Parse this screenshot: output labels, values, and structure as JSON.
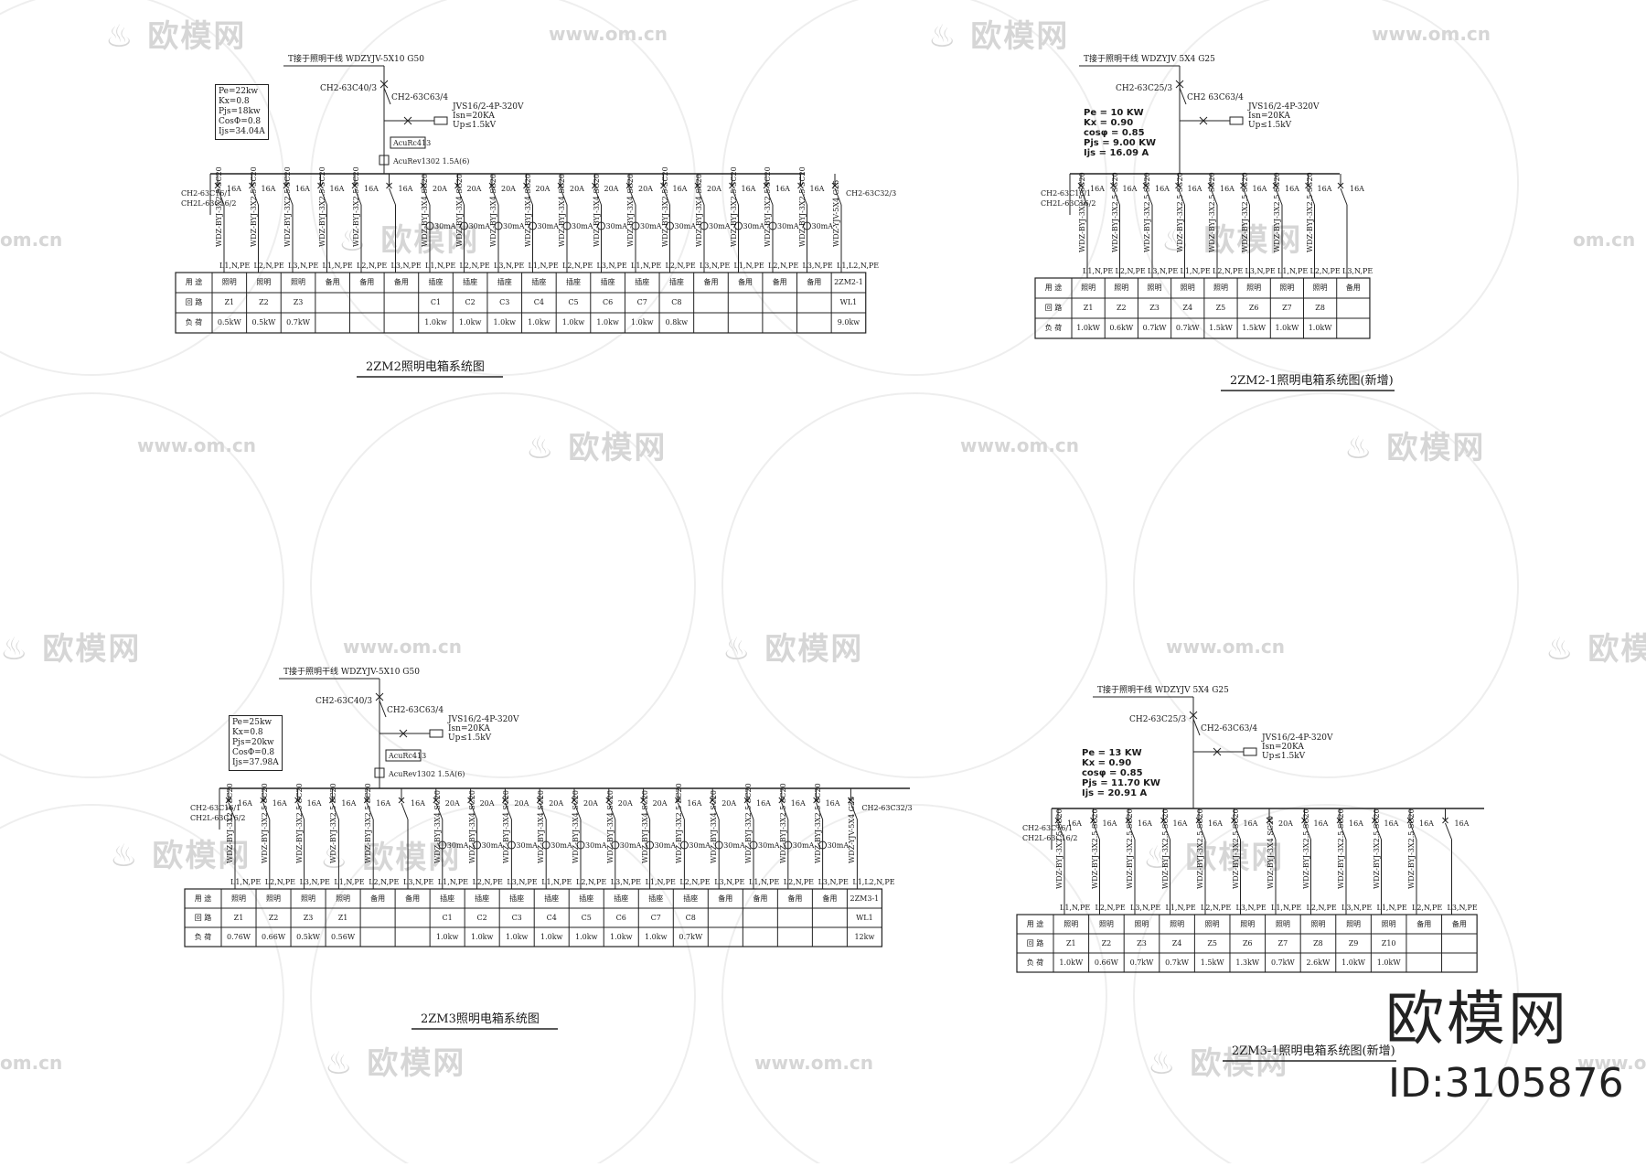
{
  "watermark": {
    "brand": "欧模网",
    "url": "www.om.cn",
    "url_short": "om.cn"
  },
  "brand_logo": {
    "name": "欧模网",
    "id": "ID:3105876"
  },
  "panels": [
    {
      "key": "p1",
      "title": "2ZM2照明电箱系统图",
      "feeder": "T接于照明干线 WDZYJV-5X10 G50",
      "main_breaker": "CH2-63C40/3",
      "spd_breaker": "CH2-63C63/4",
      "spd": [
        "JVS16/2-4P-320V",
        "Isn=20KA",
        "Up≤1.5kV"
      ],
      "meter": "AcuRc413",
      "meter2": "AcuRev1302 1.5A(6)",
      "params": [
        "Pe=22kw",
        "Kx=0.8",
        "Pjs=18kw",
        "CosΦ=0.8",
        "Ijs=34.04A"
      ],
      "params_style": "boxed",
      "bus_left": [
        "CH2-63C16/1",
        "CH2L-63C16/2"
      ],
      "bus_right": "CH2-63C32/3",
      "circuits": [
        {
          "rating": "16A",
          "rcd": "",
          "cable": "WDZ-BYJ-3X2.5 SC20",
          "phase": "L1,N,PE",
          "use": "照明",
          "loop": "Z1",
          "load": "0.5kW"
        },
        {
          "rating": "16A",
          "rcd": "",
          "cable": "WDZ-BYJ-3X2.5 SC20",
          "phase": "L2,N,PE",
          "use": "照明",
          "loop": "Z2",
          "load": "0.5kW"
        },
        {
          "rating": "16A",
          "rcd": "",
          "cable": "WDZ-BYJ-3X2.5 SC20",
          "phase": "L3,N,PE",
          "use": "照明",
          "loop": "Z3",
          "load": "0.7kW"
        },
        {
          "rating": "16A",
          "rcd": "",
          "cable": "WDZ-BYJ-3X2.5 SC20",
          "phase": "L1,N,PE",
          "use": "备用",
          "loop": "",
          "load": ""
        },
        {
          "rating": "16A",
          "rcd": "",
          "cable": "WDZ-BYJ-3X2.5 SC20",
          "phase": "L2,N,PE",
          "use": "备用",
          "loop": "",
          "load": ""
        },
        {
          "rating": "16A",
          "rcd": "",
          "cable": "",
          "phase": "L3,N,PE",
          "use": "备用",
          "loop": "",
          "load": ""
        },
        {
          "rating": "20A",
          "rcd": "30mA",
          "cable": "WDZ-BYJ-3X4 SC20",
          "phase": "L1,N,PE",
          "use": "插座",
          "loop": "C1",
          "load": "1.0kw"
        },
        {
          "rating": "20A",
          "rcd": "30mA",
          "cable": "WDZ-BYJ-3X4 SC20",
          "phase": "L2,N,PE",
          "use": "插座",
          "loop": "C2",
          "load": "1.0kw"
        },
        {
          "rating": "20A",
          "rcd": "30mA",
          "cable": "WDZ-BYJ-3X4 SC20",
          "phase": "L3,N,PE",
          "use": "插座",
          "loop": "C3",
          "load": "1.0kw"
        },
        {
          "rating": "20A",
          "rcd": "30mA",
          "cable": "WDZ-BYJ-3X4 SC20",
          "phase": "L1,N,PE",
          "use": "插座",
          "loop": "C4",
          "load": "1.0kw"
        },
        {
          "rating": "20A",
          "rcd": "30mA",
          "cable": "WDZ-BYJ-3X4 SC20",
          "phase": "L2,N,PE",
          "use": "插座",
          "loop": "C5",
          "load": "1.0kw"
        },
        {
          "rating": "20A",
          "rcd": "30mA",
          "cable": "WDZ-BYJ-3X4 SC20",
          "phase": "L3,N,PE",
          "use": "插座",
          "loop": "C6",
          "load": "1.0kw"
        },
        {
          "rating": "20A",
          "rcd": "30mA",
          "cable": "WDZ-BYJ-3X4 SC20",
          "phase": "L1,N,PE",
          "use": "插座",
          "loop": "C7",
          "load": "1.0kw"
        },
        {
          "rating": "16A",
          "rcd": "30mA",
          "cable": "WDZ-BYJ-3X2.5 SC20",
          "phase": "L2,N,PE",
          "use": "插座",
          "loop": "C8",
          "load": "0.8kw"
        },
        {
          "rating": "20A",
          "rcd": "30mA",
          "cable": "WDZ-BYJ-3X4 SC20",
          "phase": "L3,N,PE",
          "use": "备用",
          "loop": "",
          "load": ""
        },
        {
          "rating": "16A",
          "rcd": "30mA",
          "cable": "WDZ-BYJ-3X2.5 SC20",
          "phase": "L1,N,PE",
          "use": "备用",
          "loop": "",
          "load": ""
        },
        {
          "rating": "16A",
          "rcd": "30mA",
          "cable": "WDZ-BYJ-3X2.5 SC20",
          "phase": "L2,N,PE",
          "use": "备用",
          "loop": "",
          "load": ""
        },
        {
          "rating": "16A",
          "rcd": "30mA",
          "cable": "WDZ-BYJ-3X2.5 SC20",
          "phase": "L3,N,PE",
          "use": "备用",
          "loop": "",
          "load": ""
        },
        {
          "rating": "",
          "rcd": "",
          "cable": "WDZ-YJV-5X4 G25",
          "phase": "L1,L2,N,PE",
          "use": "2ZM2-1",
          "loop": "WL1",
          "load": "9.0kw"
        }
      ],
      "row_labels": [
        "用 途",
        "回 路",
        "负 荷"
      ]
    },
    {
      "key": "p2",
      "title": "2ZM2-1照明电箱系统图(新增)",
      "feeder": "T接于照明干线 WDZYJV 5X4 G25",
      "main_breaker": "CH2-63C25/3",
      "spd_breaker": "CH2 63C63/4",
      "spd": [
        "JVS16/2-4P-320V",
        "Isn=20KA",
        "Up≤1.5kV"
      ],
      "meter": "",
      "meter2": "",
      "params": [
        "Pe = 10 KW",
        "Kx = 0.90",
        "cosφ = 0.85",
        "Pjs = 9.00 KW",
        "Ijs = 16.09 A"
      ],
      "params_style": "bold",
      "bus_left": [
        "CH2-63C16/1",
        "CH2L-63C16/2"
      ],
      "bus_right": "",
      "circuits": [
        {
          "rating": "16A",
          "rcd": "",
          "cable": "WDZ-BYJ-3X2.5 SC20",
          "phase": "L1,N,PE",
          "use": "照明",
          "loop": "Z1",
          "load": "1.0kW"
        },
        {
          "rating": "16A",
          "rcd": "",
          "cable": "WDZ-BYJ-3X2.5 SC20",
          "phase": "L2,N,PE",
          "use": "照明",
          "loop": "Z2",
          "load": "0.6kW"
        },
        {
          "rating": "16A",
          "rcd": "",
          "cable": "WDZ-BYJ-3X2.5 SC20",
          "phase": "L3,N,PE",
          "use": "照明",
          "loop": "Z3",
          "load": "0.7kW"
        },
        {
          "rating": "16A",
          "rcd": "",
          "cable": "WDZ-BYJ-3X2.5 SC20",
          "phase": "L1,N,PE",
          "use": "照明",
          "loop": "Z4",
          "load": "0.7kW"
        },
        {
          "rating": "16A",
          "rcd": "",
          "cable": "WDZ-BYJ-3X2.5 SC20",
          "phase": "L2,N,PE",
          "use": "照明",
          "loop": "Z5",
          "load": "1.5kW"
        },
        {
          "rating": "16A",
          "rcd": "",
          "cable": "WDZ-BYJ-3X2.5 SC20",
          "phase": "L3,N,PE",
          "use": "照明",
          "loop": "Z6",
          "load": "1.5kW"
        },
        {
          "rating": "16A",
          "rcd": "",
          "cable": "WDZ-BYJ-3X2.5 SC20",
          "phase": "L1,N,PE",
          "use": "照明",
          "loop": "Z7",
          "load": "1.0kW"
        },
        {
          "rating": "16A",
          "rcd": "",
          "cable": "WDZ-BYJ-3X2.5 SC20",
          "phase": "L2,N,PE",
          "use": "照明",
          "loop": "Z8",
          "load": "1.0kW"
        },
        {
          "rating": "16A",
          "rcd": "",
          "cable": "",
          "phase": "L3,N,PE",
          "use": "备用",
          "loop": "",
          "load": ""
        }
      ],
      "row_labels": [
        "用 途",
        "回 路",
        "负 荷"
      ]
    },
    {
      "key": "p3",
      "title": "2ZM3照明电箱系统图",
      "feeder": "T接于照明干线 WDZYJV-5X10 G50",
      "main_breaker": "CH2-63C40/3",
      "spd_breaker": "CH2-63C63/4",
      "spd": [
        "JVS16/2-4P-320V",
        "Isn=20KA",
        "Up≤1.5kV"
      ],
      "meter": "AcuRc413",
      "meter2": "AcuRev1302 1.5A(6)",
      "params": [
        "Pe=25kw",
        "Kx=0.8",
        "Pjs=20kw",
        "CosΦ=0.8",
        "Ijs=37.98A"
      ],
      "params_style": "boxed",
      "bus_left": [
        "CH2-63C16/1",
        "CH2L-63C16/2"
      ],
      "bus_right": "CH2-63C32/3",
      "circuits": [
        {
          "rating": "16A",
          "rcd": "",
          "cable": "WDZ-BYJ-3X2.5 SC20",
          "phase": "L1,N,PE",
          "use": "照明",
          "loop": "Z1",
          "load": "0.76W"
        },
        {
          "rating": "16A",
          "rcd": "",
          "cable": "WDZ-BYJ-3X2.5 SC20",
          "phase": "L2,N,PE",
          "use": "照明",
          "loop": "Z2",
          "load": "0.66W"
        },
        {
          "rating": "16A",
          "rcd": "",
          "cable": "WDZ-BYJ-3X2.5 SC20",
          "phase": "L3,N,PE",
          "use": "照明",
          "loop": "Z3",
          "load": "0.5kW"
        },
        {
          "rating": "16A",
          "rcd": "",
          "cable": "WDZ-BYJ-3X2.5 SC20",
          "phase": "L1,N,PE",
          "use": "照明",
          "loop": "Z1",
          "load": "0.56W"
        },
        {
          "rating": "16A",
          "rcd": "",
          "cable": "WDZ-BYJ-3X2.5 SC20",
          "phase": "L2,N,PE",
          "use": "备用",
          "loop": "",
          "load": ""
        },
        {
          "rating": "16A",
          "rcd": "",
          "cable": "",
          "phase": "L3,N,PE",
          "use": "备用",
          "loop": "",
          "load": ""
        },
        {
          "rating": "20A",
          "rcd": "30mA",
          "cable": "WDZ-BYJ-3X4 SC20",
          "phase": "L1,N,PE",
          "use": "插座",
          "loop": "C1",
          "load": "1.0kw"
        },
        {
          "rating": "20A",
          "rcd": "30mA",
          "cable": "WDZ-BYJ-3X4 SC20",
          "phase": "L2,N,PE",
          "use": "插座",
          "loop": "C2",
          "load": "1.0kw"
        },
        {
          "rating": "20A",
          "rcd": "30mA",
          "cable": "WDZ-BYJ-3X4 SC20",
          "phase": "L3,N,PE",
          "use": "插座",
          "loop": "C3",
          "load": "1.0kw"
        },
        {
          "rating": "20A",
          "rcd": "30mA",
          "cable": "WDZ-BYJ-3X4 SC20",
          "phase": "L1,N,PE",
          "use": "插座",
          "loop": "C4",
          "load": "1.0kw"
        },
        {
          "rating": "20A",
          "rcd": "30mA",
          "cable": "WDZ-BYJ-3X4 SC20",
          "phase": "L2,N,PE",
          "use": "插座",
          "loop": "C5",
          "load": "1.0kw"
        },
        {
          "rating": "20A",
          "rcd": "30mA",
          "cable": "WDZ-BYJ-3X4 SC20",
          "phase": "L3,N,PE",
          "use": "插座",
          "loop": "C6",
          "load": "1.0kw"
        },
        {
          "rating": "20A",
          "rcd": "30mA",
          "cable": "WDZ-BYJ-3X4 SC20",
          "phase": "L1,N,PE",
          "use": "插座",
          "loop": "C7",
          "load": "1.0kw"
        },
        {
          "rating": "16A",
          "rcd": "30mA",
          "cable": "WDZ-BYJ-3X2.5 SC20",
          "phase": "L2,N,PE",
          "use": "插座",
          "loop": "C8",
          "load": "0.7kW"
        },
        {
          "rating": "20A",
          "rcd": "30mA",
          "cable": "WDZ-BYJ-3X4 SC20",
          "phase": "L3,N,PE",
          "use": "备用",
          "loop": "",
          "load": ""
        },
        {
          "rating": "16A",
          "rcd": "30mA",
          "cable": "WDZ-BYJ-3X2.5 SC20",
          "phase": "L1,N,PE",
          "use": "备用",
          "loop": "",
          "load": ""
        },
        {
          "rating": "16A",
          "rcd": "30mA",
          "cable": "WDZ-BYJ-3X2.5 SC20",
          "phase": "L2,N,PE",
          "use": "备用",
          "loop": "",
          "load": ""
        },
        {
          "rating": "16A",
          "rcd": "30mA",
          "cable": "WDZ-BYJ-3X2.5 SC20",
          "phase": "L3,N,PE",
          "use": "备用",
          "loop": "",
          "load": ""
        },
        {
          "rating": "",
          "rcd": "",
          "cable": "WDZ-YJV-5X4 G25",
          "phase": "L1,L2,N,PE",
          "use": "2ZM3-1",
          "loop": "WL1",
          "load": "12kw"
        }
      ],
      "row_labels": [
        "用 途",
        "回 路",
        "负 荷"
      ]
    },
    {
      "key": "p4",
      "title": "2ZM3-1照明电箱系统图(新增)",
      "feeder": "T接于照明干线 WDZYJV 5X4 G25",
      "main_breaker": "CH2-63C25/3",
      "spd_breaker": "CH2-63C63/4",
      "spd": [
        "JVS16/2-4P-320V",
        "Isn=20KA",
        "Up≤1.5kV"
      ],
      "meter": "",
      "meter2": "",
      "params": [
        "Pe = 13 KW",
        "Kx = 0.90",
        "cosφ = 0.85",
        "Pjs = 11.70 KW",
        "Ijs = 20.91 A"
      ],
      "params_style": "bold",
      "bus_left": [
        "CH2-63C16/1",
        "CH2L-63C16/2"
      ],
      "bus_right": "",
      "circuits": [
        {
          "rating": "16A",
          "rcd": "",
          "cable": "WDZ-BYJ-3X2.5 SC20",
          "phase": "L1,N,PE",
          "use": "照明",
          "loop": "Z1",
          "load": "1.0kW"
        },
        {
          "rating": "16A",
          "rcd": "",
          "cable": "WDZ-BYJ-3X2.5 SC20",
          "phase": "L2,N,PE",
          "use": "照明",
          "loop": "Z2",
          "load": "0.66W"
        },
        {
          "rating": "16A",
          "rcd": "",
          "cable": "WDZ-BYJ-3X2.5 SC20",
          "phase": "L3,N,PE",
          "use": "照明",
          "loop": "Z3",
          "load": "0.7kW"
        },
        {
          "rating": "16A",
          "rcd": "",
          "cable": "WDZ-BYJ-3X2.5 SC20",
          "phase": "L1,N,PE",
          "use": "照明",
          "loop": "Z4",
          "load": "0.7kW"
        },
        {
          "rating": "16A",
          "rcd": "",
          "cable": "WDZ-BYJ-3X2.5 SC20",
          "phase": "L2,N,PE",
          "use": "照明",
          "loop": "Z5",
          "load": "1.5kW"
        },
        {
          "rating": "16A",
          "rcd": "",
          "cable": "WDZ-BYJ-3X2.5 SC20",
          "phase": "L3,N,PE",
          "use": "照明",
          "loop": "Z6",
          "load": "1.3kW"
        },
        {
          "rating": "20A",
          "rcd": "",
          "cable": "WDZ-BYJ-3X4 SC20",
          "phase": "L1,N,PE",
          "use": "照明",
          "loop": "Z7",
          "load": "0.7kW"
        },
        {
          "rating": "16A",
          "rcd": "",
          "cable": "WDZ-BYJ-3X2.5 SC20",
          "phase": "L2,N,PE",
          "use": "照明",
          "loop": "Z8",
          "load": "2.6kW"
        },
        {
          "rating": "16A",
          "rcd": "",
          "cable": "WDZ-BYJ-3X2.5 SC20",
          "phase": "L3,N,PE",
          "use": "照明",
          "loop": "Z9",
          "load": "1.0kW"
        },
        {
          "rating": "16A",
          "rcd": "",
          "cable": "WDZ-BYJ-3X2.5 SC20",
          "phase": "L1,N,PE",
          "use": "照明",
          "loop": "Z10",
          "load": "1.0kW"
        },
        {
          "rating": "16A",
          "rcd": "",
          "cable": "WDZ-BYJ-3X2.5 SC20",
          "phase": "L2,N,PE",
          "use": "备用",
          "loop": "",
          "load": ""
        },
        {
          "rating": "16A",
          "rcd": "",
          "cable": "",
          "phase": "L3,N,PE",
          "use": "备用",
          "loop": "",
          "load": ""
        }
      ],
      "row_labels": [
        "用 途",
        "回 路",
        "负 荷"
      ]
    }
  ]
}
